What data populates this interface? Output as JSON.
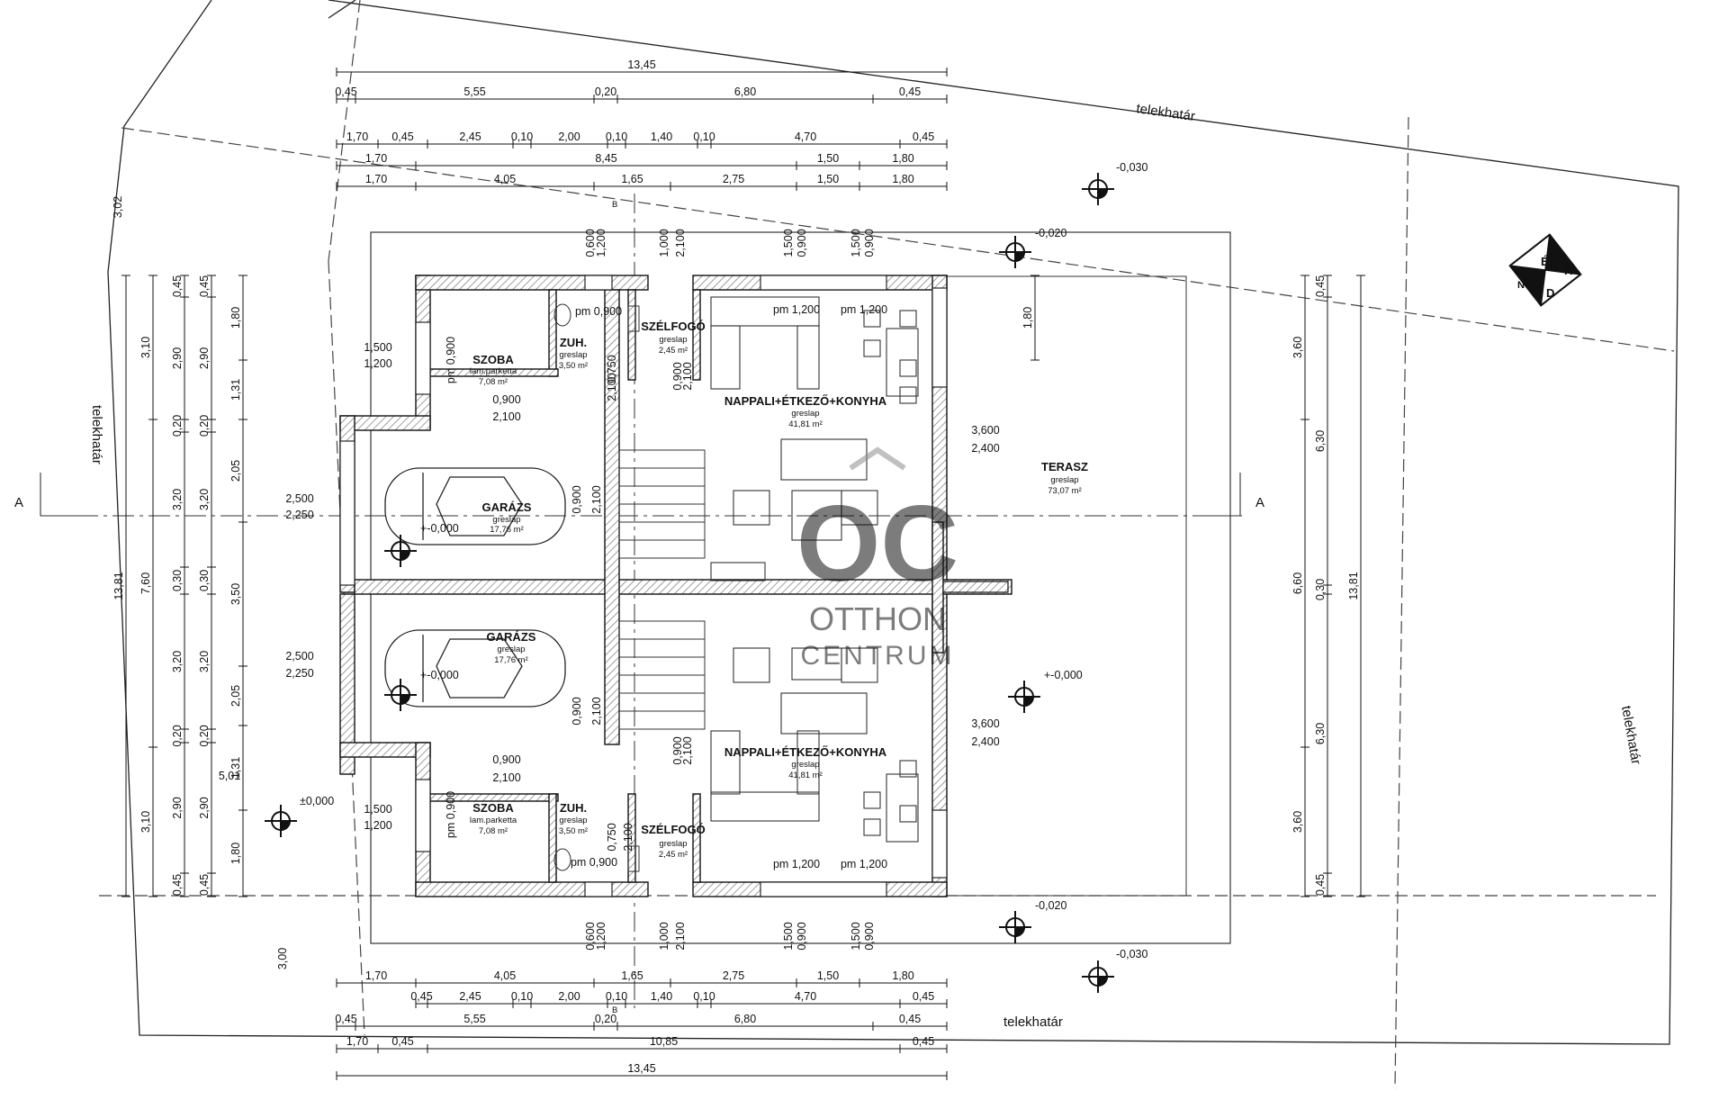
{
  "dimensions": {
    "top_total": "13,45",
    "top_row2": [
      "0,45",
      "5,55",
      "0,20",
      "6,80",
      "0,45"
    ],
    "top_row3": [
      "1,70",
      "0,45",
      "2,45",
      "0,10",
      "2,00",
      "0,10",
      "1,40",
      "0,10",
      "4,70",
      "0,45"
    ],
    "top_row4": [
      "1,70",
      "8,45",
      "1,50",
      "1,80"
    ],
    "top_row5": [
      "1,70",
      "4,05",
      "1,65",
      "2,75",
      "1,50",
      "1,80"
    ],
    "bottom_row1": [
      "1,70",
      "4,05",
      "1,65",
      "2,75",
      "1,50",
      "1,80"
    ],
    "bottom_row2": [
      "0,45",
      "2,45",
      "0,10",
      "2,00",
      "0,10",
      "1,40",
      "0,10",
      "4,70",
      "0,45"
    ],
    "bottom_row3": [
      "0,45",
      "5,55",
      "0,20",
      "6,80",
      "0,45"
    ],
    "bottom_row4": [
      "1,70",
      "0,45",
      "10,85",
      "0,45"
    ],
    "bottom_total": "13,45",
    "left_outer": "13,81",
    "left_second": [
      "3,10",
      "7,60",
      "3,10"
    ],
    "left_third": [
      "0,45",
      "2,90",
      "0,20",
      "3,20",
      "0,30",
      "3,20",
      "0,20",
      "2,90",
      "0,45"
    ],
    "left_fourth": [
      "0,45",
      "2,90",
      "0,20",
      "3,20",
      "0,30",
      "3,20",
      "0,20",
      "2,90",
      "0,45"
    ],
    "left_fifth": [
      "1,80",
      "1,31",
      "2,05",
      "3,50",
      "2,05",
      "1,31",
      "1,80"
    ],
    "left_misc": [
      "3,02",
      "5,01",
      "3,00"
    ],
    "right_outer": "13,81",
    "right_second": [
      "3,60",
      "6,60",
      "3,60"
    ],
    "right_third": [
      "0,45",
      "6,30",
      "0,30",
      "6,30",
      "0,45"
    ],
    "right_terrace": "1,80",
    "openings_top": [
      "0,600",
      "1,200",
      "1,000",
      "2,100",
      "1,500",
      "0,900",
      "1,500",
      "0,900"
    ],
    "openings_bottom": [
      "0,600",
      "1,200",
      "1,000",
      "2,100",
      "1,500",
      "0,900",
      "1,500",
      "0,900"
    ],
    "door_labels": [
      "1,500",
      "1,200",
      "0,900",
      "2,100",
      "0,750",
      "2,100",
      "0,900",
      "2,100",
      "2,500",
      "2,250",
      "3,600",
      "2,400",
      "2,500",
      "2,250",
      "0,900",
      "2,100",
      "3,600",
      "2,400",
      "0,900",
      "2,100",
      "0,750",
      "2,100",
      "1,500",
      "1,200",
      "0,900",
      "2,100",
      "0,900",
      "2,100"
    ],
    "pm_labels": [
      "pm 0,900",
      "pm 1,200",
      "pm 1,200",
      "pm 0,900",
      "pm 0,900",
      "pm 0,900",
      "pm 1,200",
      "pm 1,200"
    ]
  },
  "levels": {
    "top_right_1": "-0,030",
    "top_right_2": "-0,020",
    "garage_upper": "+-0,000",
    "garage_lower": "+-0,000",
    "terrace": "+-0,000",
    "entrance": "±0,000",
    "bottom_right_1": "-0,020",
    "bottom_right_2": "-0,030"
  },
  "rooms": {
    "szoba_top": {
      "name": "SZOBA",
      "floor": "lam.parketta",
      "area": "7,08 m²"
    },
    "zuh_top": {
      "name": "ZUH.",
      "floor": "greslap",
      "area": "3,50 m²"
    },
    "szelfogo_top": {
      "name": "SZÉLFOGÓ",
      "floor": "greslap",
      "area": "2,45 m²"
    },
    "nappali_top": {
      "name": "NAPPALI+ÉTKEZŐ+KONYHA",
      "floor": "greslap",
      "area": "41,81 m²"
    },
    "garazs_top": {
      "name": "GARÁZS",
      "floor": "greslap",
      "area": "17,76 m²"
    },
    "terasz": {
      "name": "TERASZ",
      "floor": "greslap",
      "area": "73,07 m²"
    },
    "garazs_bottom": {
      "name": "GARÁZS",
      "floor": "greslap",
      "area": "17,76 m²"
    },
    "nappali_bottom": {
      "name": "NAPPALI+ÉTKEZŐ+KONYHA",
      "floor": "greslap",
      "area": "41,81 m²"
    },
    "szoba_bottom": {
      "name": "SZOBA",
      "floor": "lam.parketta",
      "area": "7,08 m²"
    },
    "zuh_bottom": {
      "name": "ZUH.",
      "floor": "greslap",
      "area": "3,50 m²"
    },
    "szelfogo_bottom": {
      "name": "SZÉLFOGÓ",
      "floor": "greslap",
      "area": "2,45 m²"
    }
  },
  "boundary": {
    "top": "telekhatár",
    "left": "telekhatár",
    "right": "telekhatár",
    "bottom": "telekhatár"
  },
  "section": {
    "left": "A",
    "right": "A",
    "top_b": "B",
    "bottom_b": "B"
  },
  "compass": {
    "e": "É",
    "k": "K",
    "d": "D",
    "ny": "NY"
  },
  "watermark": {
    "logo": "OC",
    "line1": "OTTHON",
    "line2": "CENTRUM"
  },
  "colors": {
    "ink": "#111111",
    "wall_hatch": "#d9d9d9",
    "watermark": "#8c8c8c"
  }
}
